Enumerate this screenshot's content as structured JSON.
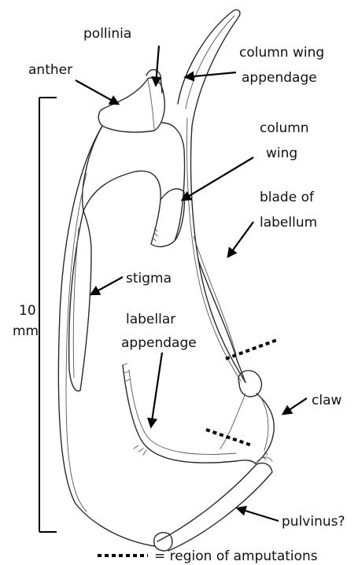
{
  "labels": {
    "pollinia": "pollinia",
    "anther": "anther",
    "column_wing_appendage_line1": "column wing",
    "column_wing_appendage_line2": "appendage",
    "column_wing_line1": "column",
    "column_wing_line2": "wing",
    "blade_line1": "blade of",
    "blade_line2": "labellum",
    "stigma": "stigma",
    "labellar_line1": "labellar",
    "labellar_line2": "appendage",
    "claw": "claw",
    "pulvinus": "pulvinus?"
  },
  "scale_bar": {
    "value": "10",
    "unit": "mm"
  },
  "legend": {
    "text": "= region of amputations"
  }
}
